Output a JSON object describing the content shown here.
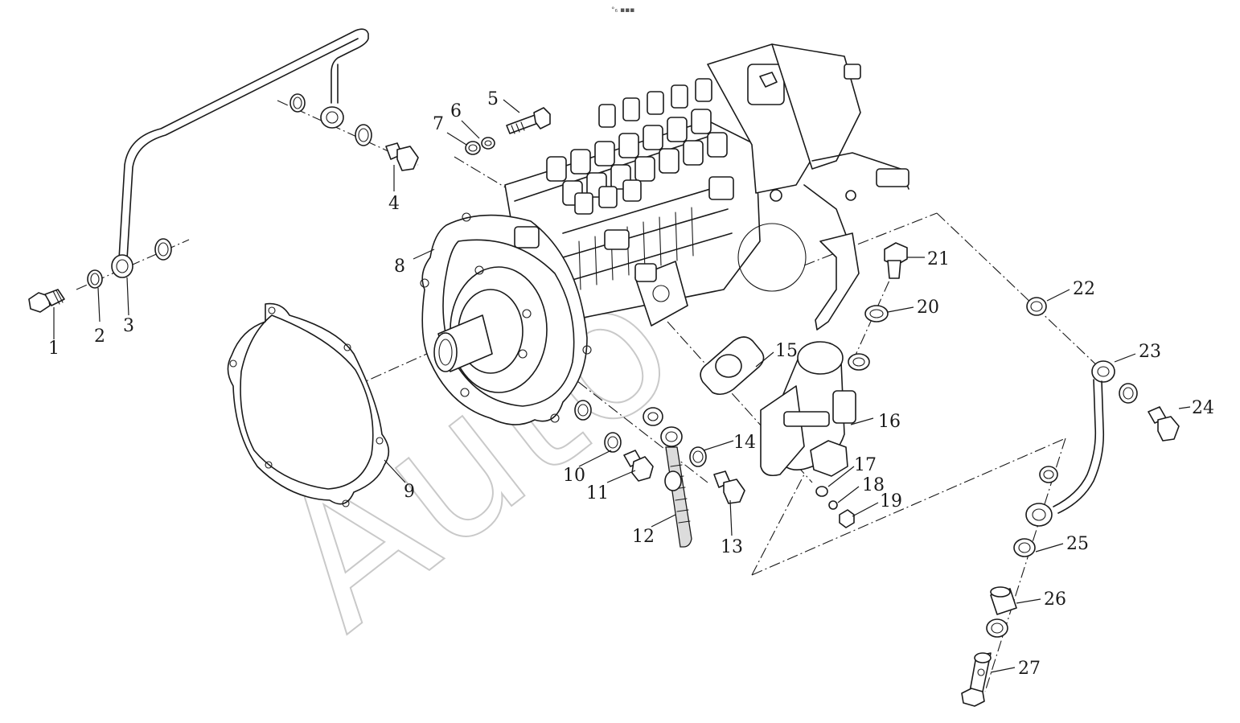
{
  "top_mark": "°₆ ▪▪▪",
  "watermark": "Auto",
  "callouts": [
    "1",
    "2",
    "3",
    "4",
    "5",
    "6",
    "7",
    "8",
    "9",
    "10",
    "11",
    "12",
    "13",
    "14",
    "15",
    "16",
    "17",
    "18",
    "19",
    "20",
    "21",
    "22",
    "23",
    "24",
    "25",
    "26",
    "27"
  ],
  "colors": {
    "line": "#1a1a1a",
    "watermark": "#c9c9c9",
    "background": "#ffffff"
  }
}
